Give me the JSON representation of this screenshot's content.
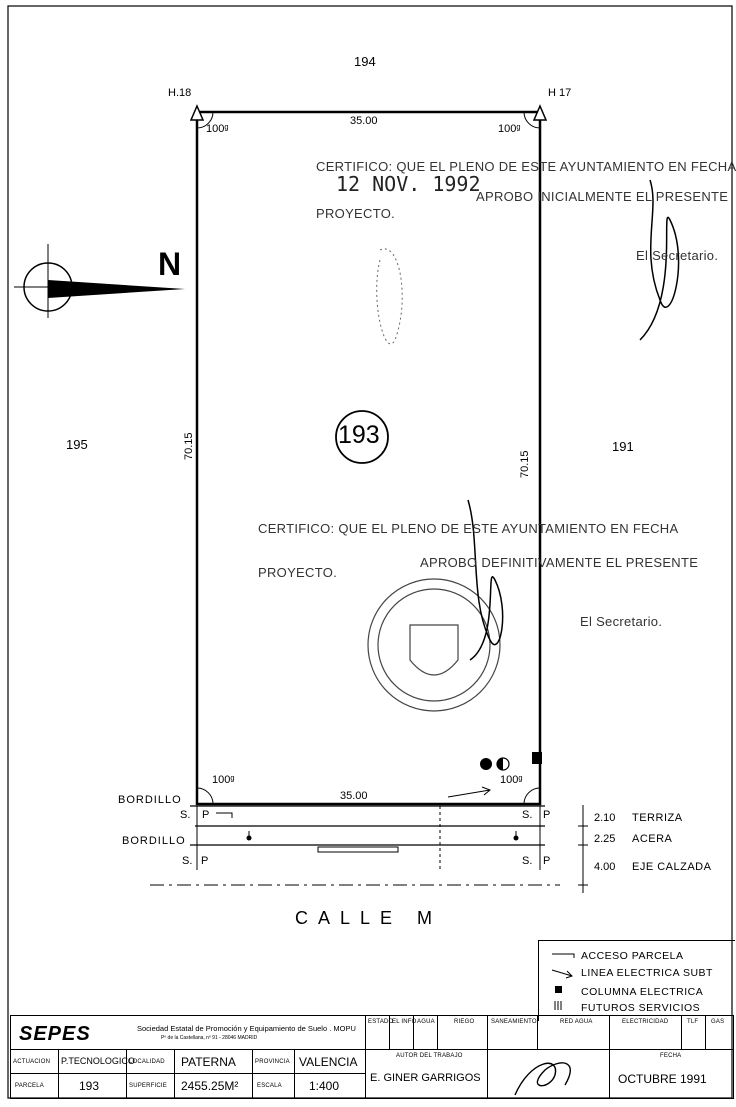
{
  "plan": {
    "top_neighbor": "194",
    "left_neighbor": "195",
    "right_neighbor": "191",
    "parcel_number": "193",
    "corner_left_top": "H.18",
    "corner_right_top": "H 17",
    "top_length": "35.00",
    "bottom_length": "35.00",
    "left_length": "70.15",
    "right_length": "70.15",
    "angle": "100ᵍ",
    "north": "N",
    "street": "CALLE M",
    "bordillo": "BORDILLO",
    "sp_label": "S.",
    "p_label": "P",
    "dim_terraza_val": "2.10",
    "dim_terraza": "TERRIZA",
    "dim_acera_val": "2.25",
    "dim_acera": "ACERA",
    "dim_eje_val": "4.00",
    "dim_eje": "EJE CALZADA"
  },
  "stamp1": {
    "line1": "CERTIFICO: QUE EL PLENO DE ESTE AYUNTAMIENTO EN FECHA",
    "date": "12 NOV. 1992",
    "line2": "APROBO INICIALMENTE EL PRESENTE",
    "line3": "PROYECTO.",
    "signature": "El Secretario."
  },
  "stamp2": {
    "line1": "CERTIFICO: QUE EL PLENO DE ESTE AYUNTAMIENTO EN FECHA",
    "line2": "APROBO DEFINITIVAMENTE EL PRESENTE",
    "line3": "PROYECTO.",
    "signature": "El Secretario."
  },
  "legend": {
    "item1": "ACCESO PARCELA",
    "item2": "LINEA ELECTRICA SUBT",
    "item3": "COLUMNA ELECTRICA",
    "item4": "FUTUROS SERVICIOS"
  },
  "title_block": {
    "logo": "SEPES",
    "org_line1": "Sociedad Estatal de Promoción y Equipamiento de Suelo . MOPU",
    "org_line2": "Pº de la Castellana, nº 91 - 28046 MADRID",
    "actuacion_label": "ACTUACION",
    "actuacion": "P.TECNOLOGICO",
    "parcela_label": "PARCELA",
    "parcela": "193",
    "localidad_label": "LOCALIDAD",
    "localidad": "PATERNA",
    "superficie_label": "SUPERFICIE",
    "superficie": "2455.25M²",
    "provincia_label": "PROVINCIA",
    "provincia": "VALENCIA",
    "escala_label": "ESCALA",
    "escala": "1:400",
    "autor_label": "AUTOR DEL TRABAJO",
    "autor": "E. GINER GARRIGOS",
    "fecha_label": "FECHA",
    "fecha": "OCTUBRE 1991",
    "col_estado": "ESTADO",
    "col_el_info": "EL INFO",
    "col_agua": "AGUA",
    "col_riego": "RIEGO",
    "col_saneamiento": "SANEAMIENTO",
    "col_red_agua": "RED AGUA",
    "col_electricidad": "ELECTRICIDAD",
    "col_tlf": "TLF",
    "col_gas": "GAS"
  }
}
